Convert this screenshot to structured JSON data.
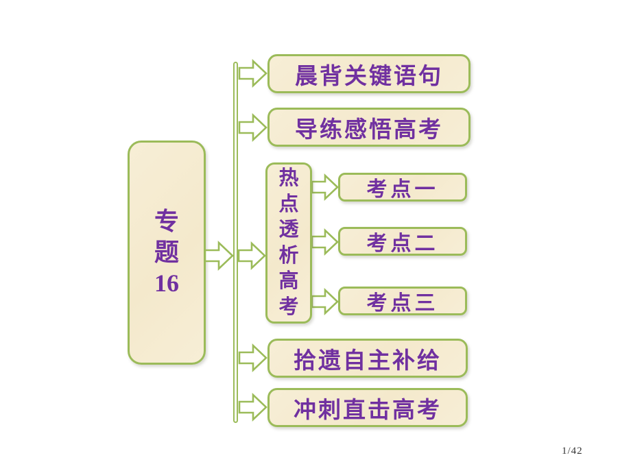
{
  "colors": {
    "accent-green": "#9BBB59",
    "box-fill": "#F7EED6",
    "text-purple": "#7030A0",
    "background": "#FFFFFF",
    "page-number-color": "#333333"
  },
  "page": {
    "indicator": "1/42"
  },
  "diagram": {
    "root": {
      "label": "专题16",
      "lines": [
        "专",
        "题",
        "16"
      ]
    },
    "branches": [
      {
        "label": "晨背关键语句"
      },
      {
        "label": "导练感悟高考"
      },
      {
        "label": "热点透析高考",
        "chars": [
          "热",
          "点",
          "透",
          "析",
          "高",
          "考"
        ],
        "children": [
          {
            "label": "考点一"
          },
          {
            "label": "考点二"
          },
          {
            "label": "考点三"
          }
        ]
      },
      {
        "label": "拾遗自主补给"
      },
      {
        "label": "冲刺直击高考"
      }
    ]
  }
}
